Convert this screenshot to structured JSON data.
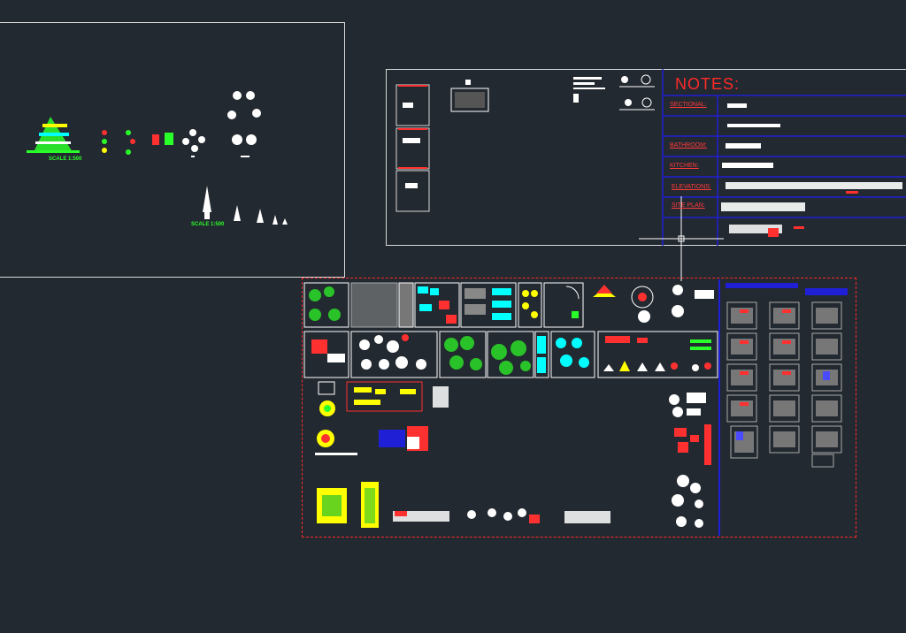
{
  "workspace": {
    "background": "#232930",
    "scale_label_1": "SCALE 1:500",
    "scale_label_2": "SCALE 1:500"
  },
  "notes_sheet": {
    "title": "NOTES:",
    "rows": [
      {
        "label": "SECTIONAL:"
      },
      {
        "label": ""
      },
      {
        "label": "BATHROOM:"
      },
      {
        "label": "KITCHEN:"
      },
      {
        "label": "ELEVATIONS:"
      },
      {
        "label": "SITE PLAN:"
      }
    ]
  },
  "colors": {
    "sheet_border": "#d9d9d9",
    "accent_red": "#ff2a2a",
    "grid_blue": "#1f1fd6",
    "symbol_green": "#29ff29",
    "highlight_yellow": "#ffff00",
    "cyan": "#00ffff"
  }
}
